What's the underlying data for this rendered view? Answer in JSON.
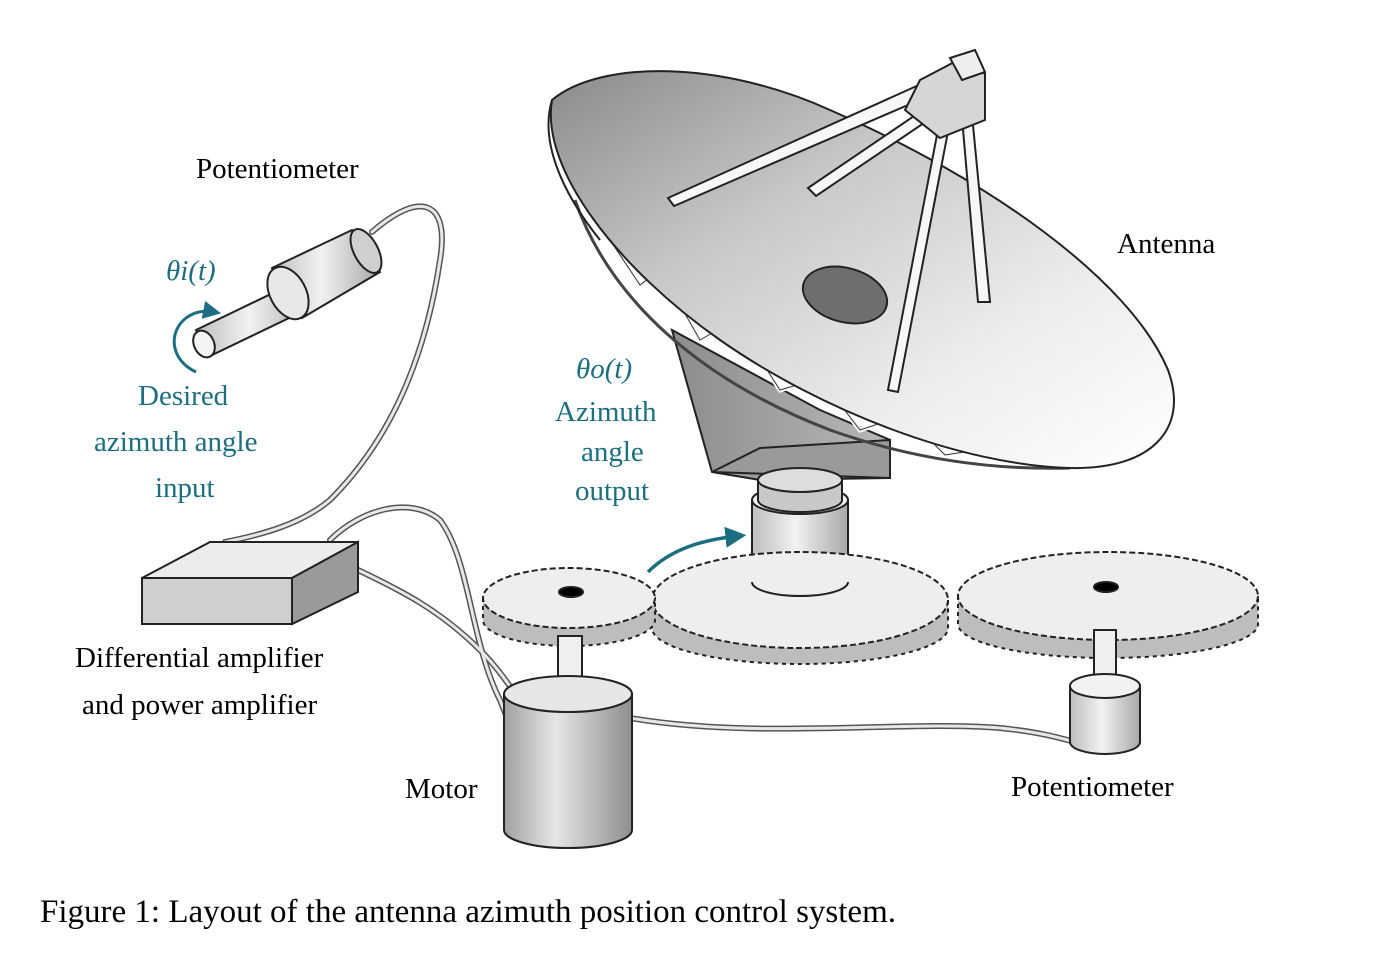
{
  "labels": {
    "potentiometer_top": "Potentiometer",
    "theta_i": "θi(t)",
    "desired_line1": "Desired",
    "desired_line2": "azimuth angle",
    "desired_line3": "input",
    "antenna": "Antenna",
    "theta_o": "θo(t)",
    "azimuth_output_line1": "Azimuth",
    "azimuth_output_line2": "angle",
    "azimuth_output_line3": "output",
    "amplifier_line1": "Differential amplifier",
    "amplifier_line2": "and power amplifier",
    "motor": "Motor",
    "potentiometer_bottom": "Potentiometer"
  },
  "caption": "Figure 1: Layout of the antenna azimuth position control system.",
  "colors": {
    "accent_blue": "#1c6e80",
    "device_gray": "#d9d9d9",
    "outline": "#222222"
  }
}
